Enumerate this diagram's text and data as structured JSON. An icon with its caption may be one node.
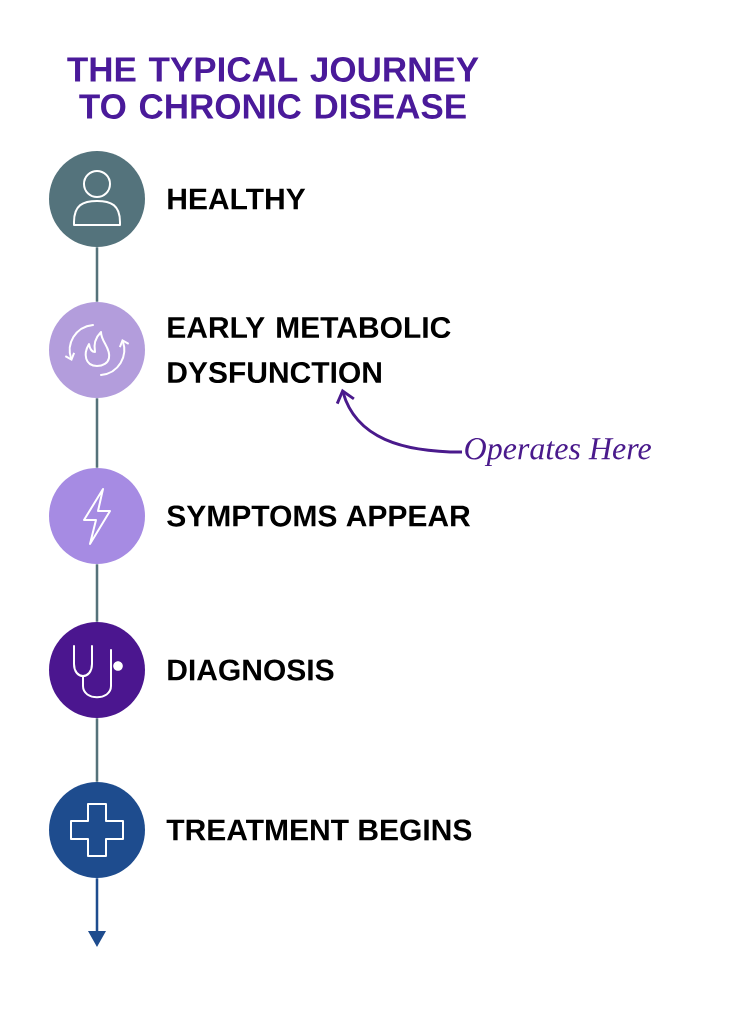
{
  "diagram": {
    "title": "THE TYPICAL JOURNEY TO CHRONIC DISEASE",
    "nodes": [
      {
        "text": [
          "HEALTHY"
        ]
      },
      {
        "text": [
          "EARLY METABOLIC DYSFUNCTION"
        ]
      },
      {
        "text": [
          "SYMPTOMS APPEAR"
        ]
      },
      {
        "text": [
          "DIAGNOSIS"
        ]
      },
      {
        "text": [
          "TREATMENT BEGINS"
        ]
      },
      {
        "text": [
          "Operates Here"
        ]
      }
    ],
    "edges": [
      {
        "from": 0,
        "to": 1,
        "arrow": "none"
      },
      {
        "from": 1,
        "to": 2,
        "arrow": "none"
      },
      {
        "from": 2,
        "to": 3,
        "arrow": "none"
      },
      {
        "from": 3,
        "to": 4,
        "arrow": "none"
      },
      {
        "from": 4,
        "to": null,
        "arrow": "to",
        "color": "#1e4c8e"
      },
      {
        "from": 5,
        "to": 1,
        "arrow": "to",
        "color": "#4a1a8c"
      }
    ]
  }
}
